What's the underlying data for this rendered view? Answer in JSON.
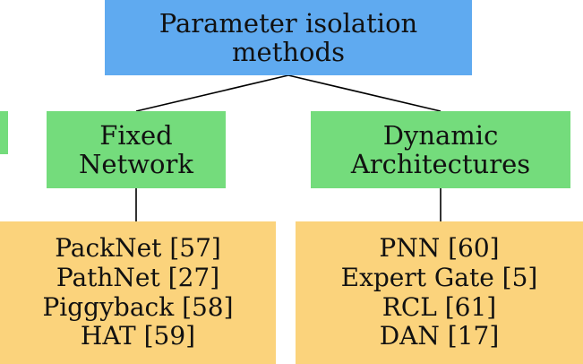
{
  "colors": {
    "root_fill": "#5faaf0",
    "category_fill": "#74dc7c",
    "method_fill": "#fbd37c",
    "edge": "#000000"
  },
  "root": {
    "lines": [
      "Parameter isolation",
      "methods"
    ]
  },
  "categories": [
    {
      "lines": [
        "Fixed",
        "Network"
      ],
      "methods": [
        "PackNet [57]",
        "PathNet [27]",
        "Piggyback [58]",
        "HAT [59]"
      ]
    },
    {
      "lines": [
        "Dynamic",
        "Architectures"
      ],
      "methods": [
        "PNN [60]",
        "Expert Gate [5]",
        "RCL [61]",
        "DAN [17]"
      ]
    }
  ]
}
